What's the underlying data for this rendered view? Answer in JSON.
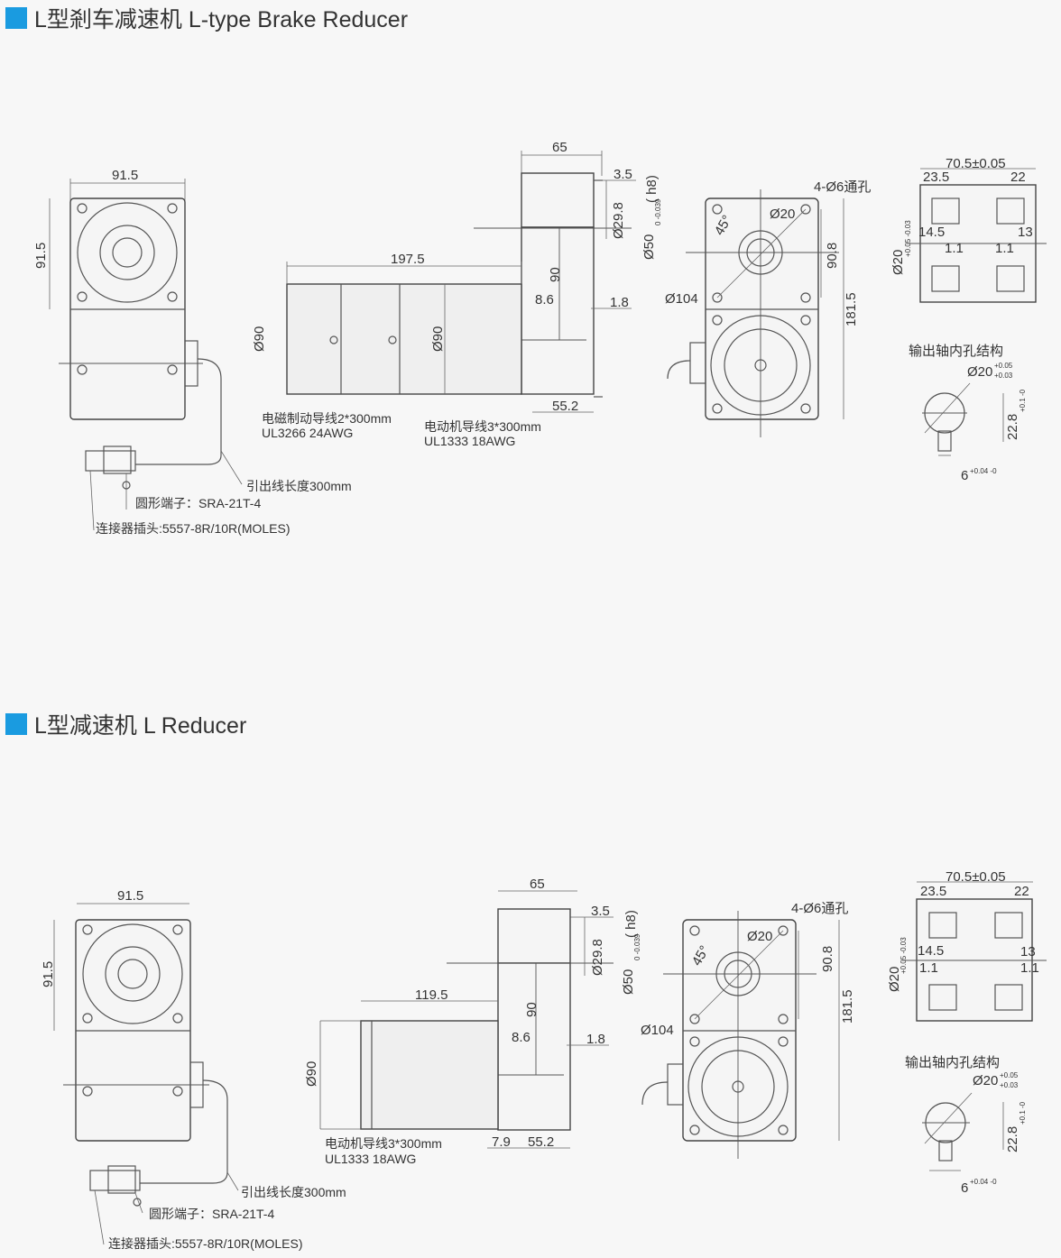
{
  "sections": [
    {
      "title": "L型剎车减速机 L-type Brake Reducer",
      "front_view": {
        "width": "91.5",
        "height": "91.5"
      },
      "side_view": {
        "top_width": "65",
        "body_length": "197.5",
        "motor_dia": "Ø90",
        "gear_dia": "Ø90",
        "gap": "3.5",
        "shaft_height": "Ø29.8",
        "shaft_pilot": "Ø50",
        "shaft_tol": "0 -0.039",
        "fit": "( h8)",
        "center": "90",
        "offset": "8.6",
        "step": "1.8",
        "bottom": "55.2"
      },
      "flange_view": {
        "holes": "4-Ø6通孔",
        "angle": "45°",
        "bore": "Ø20",
        "pcd": "Ø104",
        "center": "90.8",
        "total": "181.5"
      },
      "shaft_section": {
        "total": "70.5±0.05",
        "left": "23.5",
        "right": "22",
        "inner": "14.5",
        "inner_r": "13",
        "gap_l": "1.1",
        "gap_r": "1.1",
        "dia": "Ø20",
        "dia_tol": "+0.05 -0.03"
      },
      "bore_detail": {
        "title": "输出轴内孔结构",
        "dia": "Ø20",
        "dia_tol_up": "+0.05",
        "dia_tol_low": "+0.03",
        "depth": "22.8",
        "depth_tol": "+0.1 -0",
        "key": "6",
        "key_tol": "+0.04 -0"
      },
      "cables": {
        "brake_line": "电磁制动导线2*300mm",
        "brake_ul": "UL3266  24AWG",
        "motor_line": "电动机导线3*300mm",
        "motor_ul": "UL1333  18AWG",
        "lead_length": "引出线长度300mm",
        "terminal": "圆形端子：SRA-21T-4",
        "connector": "连接器插头:5557-8R/10R(MOLES)"
      }
    },
    {
      "title": "L型减速机 L Reducer",
      "front_view": {
        "width": "91.5",
        "height": "91.5"
      },
      "side_view": {
        "top_width": "65",
        "body_length": "119.5",
        "motor_dia": "Ø90",
        "gap": "3.5",
        "shaft_height": "Ø29.8",
        "shaft_pilot": "Ø50",
        "shaft_tol": "0 -0.039",
        "fit": "( h8)",
        "center": "90",
        "offset": "8.6",
        "step": "1.8",
        "bottom": "55.2",
        "bottom_left": "7.9"
      },
      "flange_view": {
        "holes": "4-Ø6通孔",
        "angle": "45°",
        "bore": "Ø20",
        "pcd": "Ø104",
        "center": "90.8",
        "total": "181.5"
      },
      "shaft_section": {
        "total": "70.5±0.05",
        "left": "23.5",
        "right": "22",
        "inner": "14.5",
        "inner_r": "13",
        "gap_l": "1.1",
        "gap_r": "1.1",
        "dia": "Ø20",
        "dia_tol": "+0.05 -0.03"
      },
      "bore_detail": {
        "title": "输出轴内孔结构",
        "dia": "Ø20",
        "dia_tol_up": "+0.05",
        "dia_tol_low": "+0.03",
        "depth": "22.8",
        "depth_tol": "+0.1 -0",
        "key": "6",
        "key_tol": "+0.04 -0"
      },
      "cables": {
        "motor_line": "电动机导线3*300mm",
        "motor_ul": "UL1333  18AWG",
        "lead_length": "引出线长度300mm",
        "terminal": "圆形端子：SRA-21T-4",
        "connector": "连接器插头:5557-8R/10R(MOLES)"
      }
    }
  ],
  "colors": {
    "marker": "#1a9be0",
    "line": "#555555",
    "background": "#f7f7f7"
  }
}
